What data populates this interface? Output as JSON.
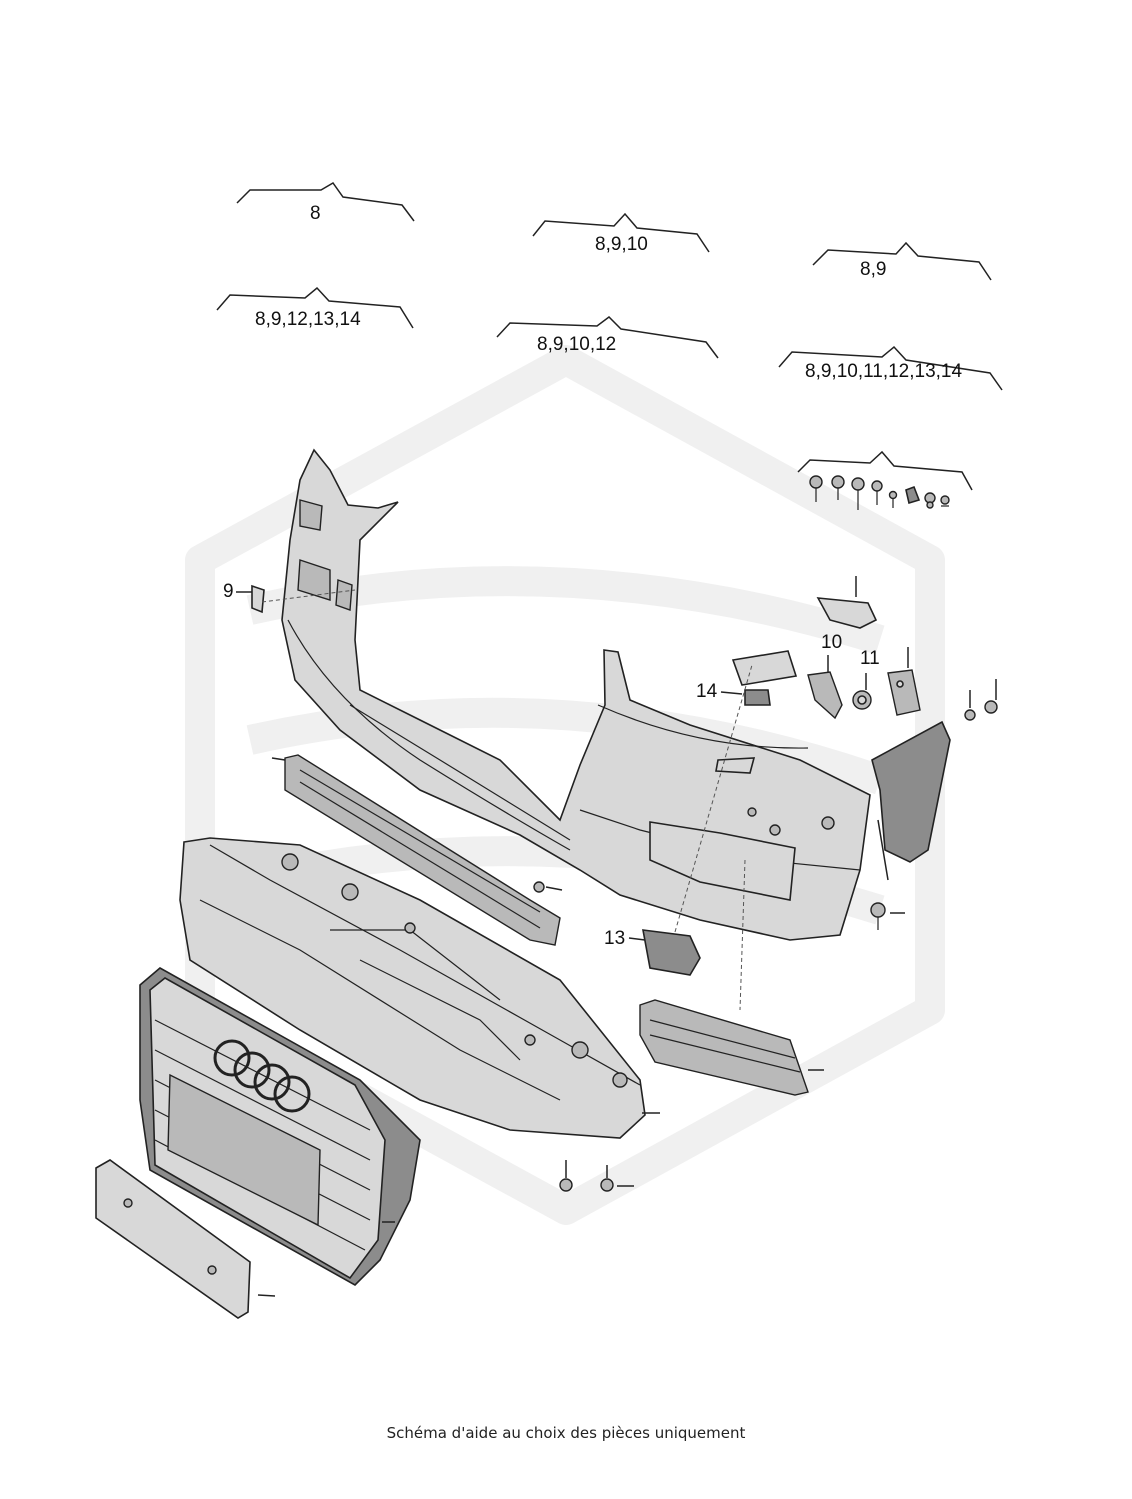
{
  "caption": "Schéma d'aide au choix des pièces uniquement",
  "brackets": [
    {
      "id": "group-a",
      "label": "8"
    },
    {
      "id": "group-b",
      "label": "8,9,10"
    },
    {
      "id": "group-c",
      "label": "8,9"
    },
    {
      "id": "group-d",
      "label": "8,9,12,13,14"
    },
    {
      "id": "group-e",
      "label": "8,9,10,12"
    },
    {
      "id": "group-f",
      "label": "8,9,10,11,12,13,14"
    }
  ],
  "callouts": {
    "c9": "9",
    "c10": "10",
    "c11": "11",
    "c13": "13",
    "c14": "14"
  }
}
